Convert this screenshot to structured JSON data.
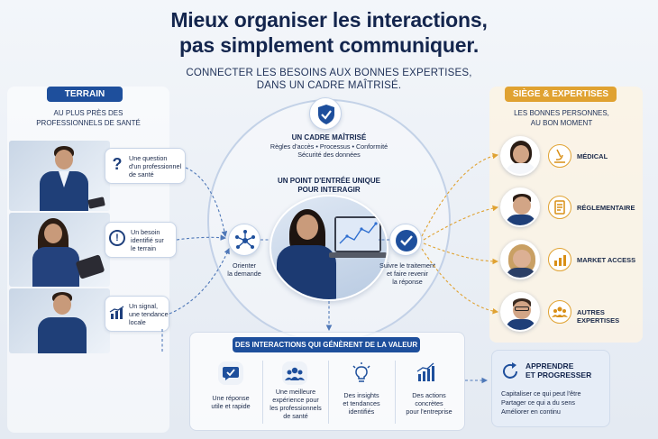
{
  "title": {
    "line1": "Mieux organiser les interactions,",
    "line2": "pas simplement communiquer."
  },
  "subtitle": {
    "line1": "CONNECTER LES BESOINS AUX BONNES EXPERTISES,",
    "line2": "DANS UN CADRE MAÎTRISÉ."
  },
  "terrain": {
    "label": "TERRAIN",
    "caption_line1": "AU PLUS PRÈS DES",
    "caption_line2": "PROFESSIONNELS DE SANTÉ",
    "items": [
      {
        "icon": "question-icon",
        "lines": [
          "Une question",
          "d'un professionnel",
          "de santé"
        ]
      },
      {
        "icon": "alert-icon",
        "lines": [
          "Un besoin",
          "identifié sur",
          "le terrain"
        ]
      },
      {
        "icon": "chart-icon",
        "lines": [
          "Un signal,",
          "une tendance",
          "locale"
        ]
      }
    ]
  },
  "cadre": {
    "title": "UN CADRE MAÎTRISÉ",
    "line1": "Règles d'accès • Processus • Conformité",
    "line2": "Sécurité des données"
  },
  "hub": {
    "title_line1": "UN POINT D'ENTRÉE UNIQUE",
    "title_line2": "POUR INTERAGIR"
  },
  "orienter": {
    "line1": "Orienter",
    "line2": "la demande"
  },
  "suivre": {
    "line1": "Suivre le traitement",
    "line2": "et faire revenir",
    "line3": "la réponse"
  },
  "siege": {
    "label": "SIÈGE & EXPERTISES",
    "caption_line1": "LES BONNES PERSONNES,",
    "caption_line2": "AU BON MOMENT",
    "experts": [
      {
        "icon": "microscope-icon",
        "label": "MÉDICAL"
      },
      {
        "icon": "document-icon",
        "label": "RÉGLEMENTAIRE"
      },
      {
        "icon": "growth-chart-icon",
        "label": "MARKET ACCESS"
      },
      {
        "icon": "group-icon",
        "label": "AUTRES EXPERTISES"
      }
    ]
  },
  "valeur": {
    "title": "DES INTERACTIONS QUI GÉNÈRENT DE LA VALEUR",
    "items": [
      {
        "icon": "chat-check-icon",
        "lines": [
          "Une réponse",
          "utile et rapide"
        ]
      },
      {
        "icon": "people-icon",
        "lines": [
          "Une meilleure",
          "expérience pour",
          "les professionnels",
          "de santé"
        ]
      },
      {
        "icon": "lightbulb-icon",
        "lines": [
          "Des insights",
          "et tendances",
          "identifiés"
        ]
      },
      {
        "icon": "bar-chart-icon",
        "lines": [
          "Des actions",
          "concrètes",
          "pour l'entreprise"
        ]
      }
    ]
  },
  "apprendre": {
    "title_line1": "APPRENDRE",
    "title_line2": "ET PROGRESSER",
    "lines": [
      "Capitaliser ce qui peut l'être",
      "Partager ce qui a du sens",
      "Améliorer en continu"
    ]
  },
  "colors": {
    "navy": "#13254d",
    "blue": "#1e4f9c",
    "gold": "#e0a231",
    "skin": "#c89a7a"
  }
}
